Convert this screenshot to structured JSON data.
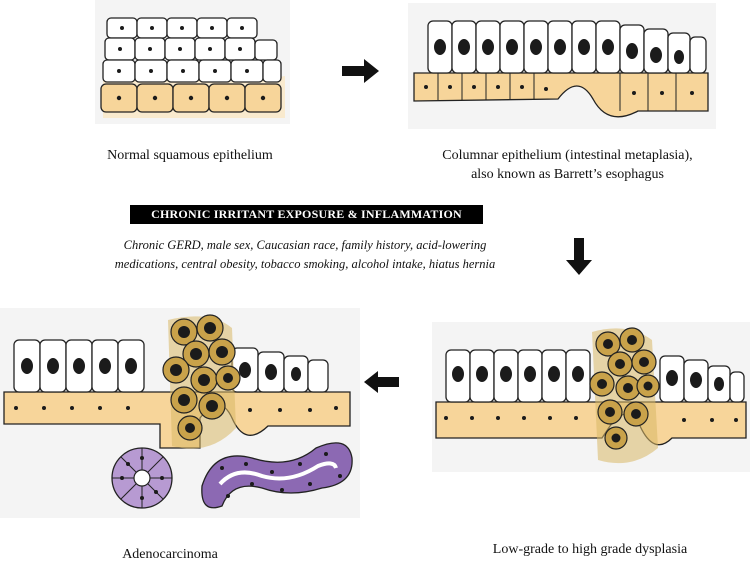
{
  "captions": {
    "normal": "Normal squamous epithelium",
    "columnar_line1": "Columnar epithelium (intestinal metaplasia),",
    "columnar_line2": "also known as Barrett’s esophagus",
    "adenocarcinoma": "Adenocarcinoma",
    "dysplasia": "Low-grade to high grade dysplasia"
  },
  "banner": "CHRONIC IRRITANT EXPOSURE & INFLAMMATION",
  "risk_factors": "Chronic GERD, male sex, Caucasian race, family history, acid-lowering medications, central obesity, tobacco smoking, alcohol intake, hiatus hernia",
  "colors": {
    "basal_cell": "#f7d59a",
    "dysplastic_cell": "#c9a24a",
    "tumor_gland": "#9a78bd",
    "nucleus": "#1b1b1b",
    "arrow": "#111111"
  },
  "icons": [
    "right-arrow-icon",
    "down-arrow-icon",
    "left-arrow-icon"
  ]
}
